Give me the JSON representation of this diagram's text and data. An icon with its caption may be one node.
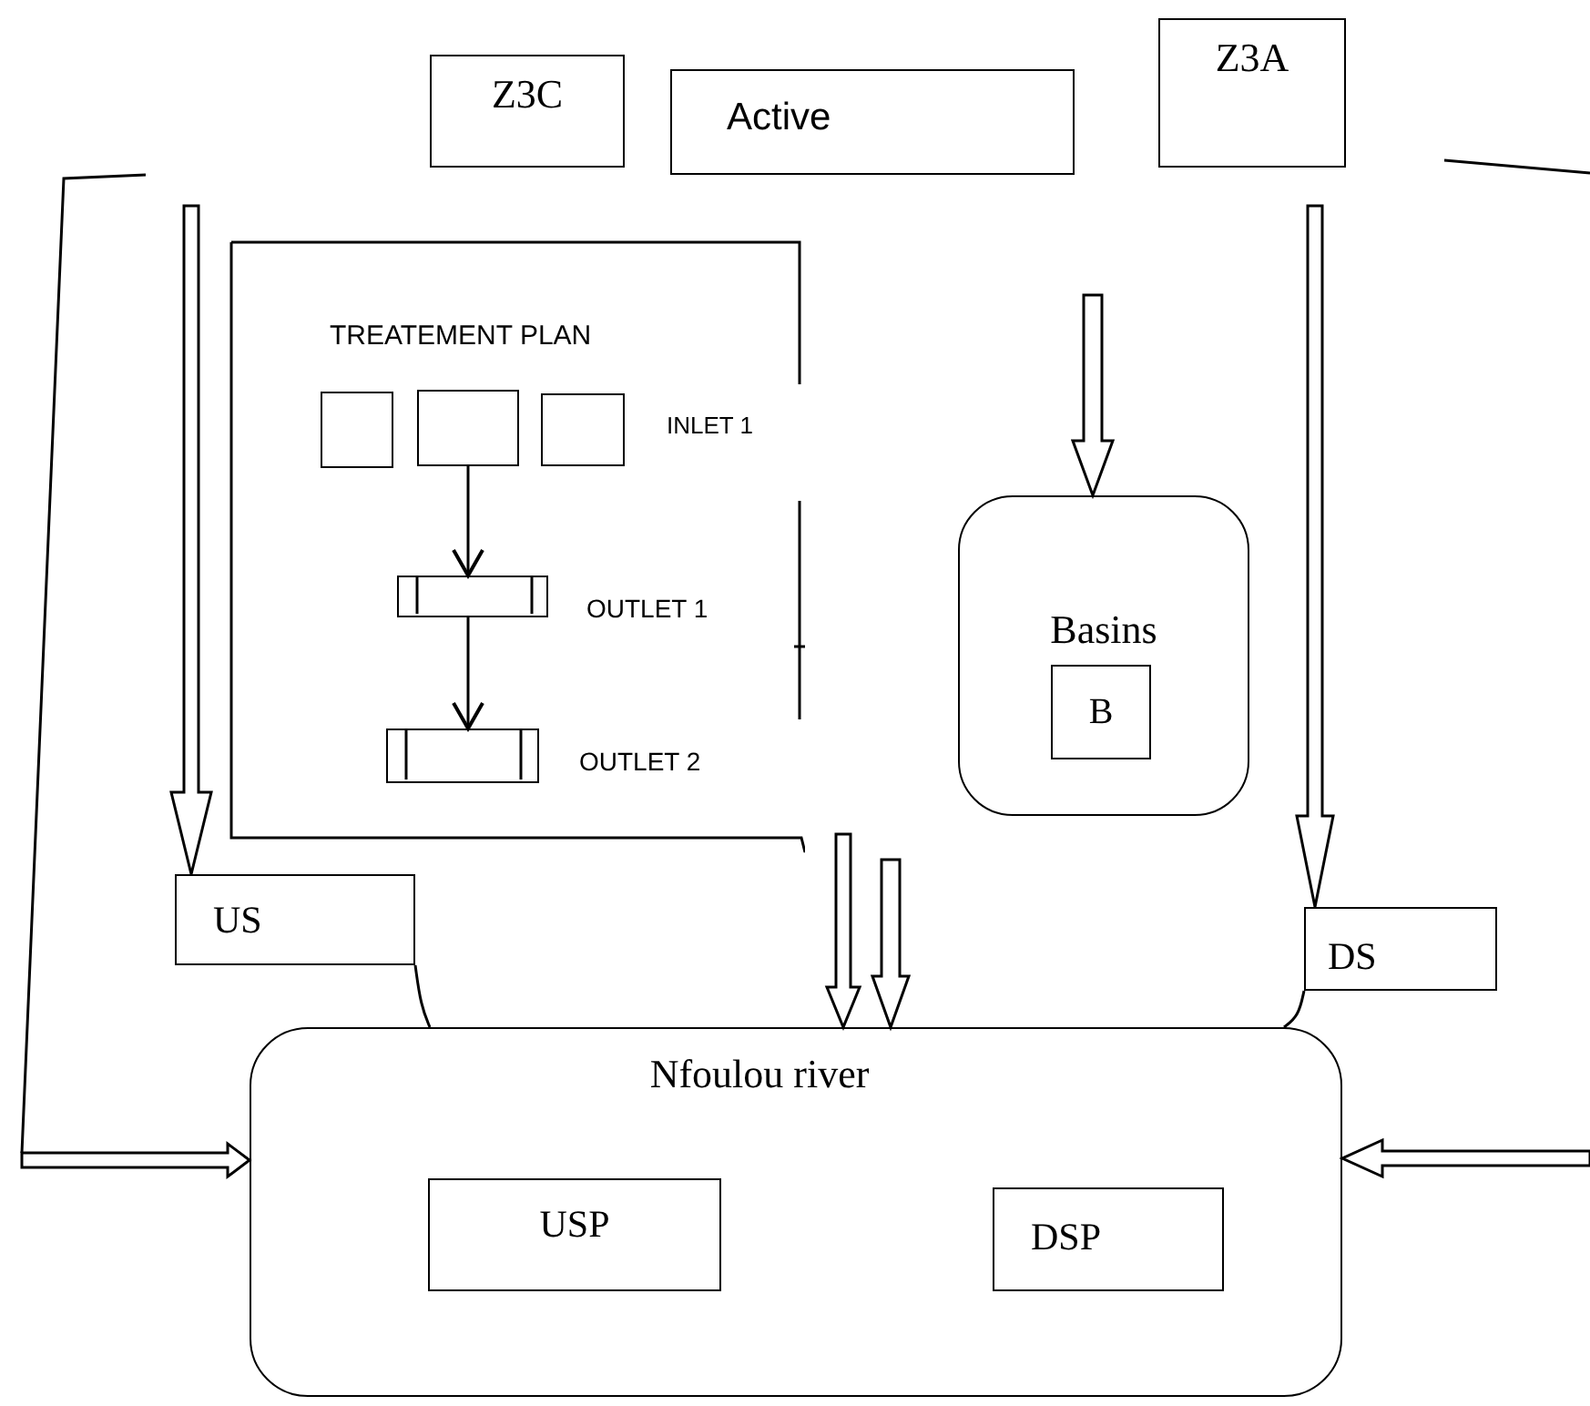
{
  "diagram": {
    "nodes": [
      {
        "text": [
          "Z3C"
        ]
      },
      {
        "text": [
          "Active"
        ]
      },
      {
        "text": [
          "Z3A"
        ]
      },
      {
        "text": [
          "TREATEMENT PLAN"
        ]
      },
      {
        "text": [],
        "shape": "box",
        "in": 3
      },
      {
        "text": [],
        "shape": "box",
        "in": 3
      },
      {
        "text": [],
        "shape": "box",
        "in": 3
      },
      {
        "text": [],
        "shape": "box",
        "in": 3,
        "beside": [
          "OUTLET 1"
        ]
      },
      {
        "text": [],
        "shape": "box",
        "in": 3,
        "beside": [
          "OUTLET 2"
        ]
      },
      {
        "text": [
          "Basins"
        ]
      },
      {
        "text": [
          "B"
        ],
        "in": 9
      },
      {
        "text": [
          "US"
        ]
      },
      {
        "text": [
          "DS"
        ]
      },
      {
        "text": [
          "Nfoulou river"
        ]
      },
      {
        "text": [
          "USP"
        ],
        "in": 13
      },
      {
        "text": [
          "DSP"
        ],
        "in": 13
      }
    ],
    "edges": [
      {
        "from": 5,
        "to": 7,
        "arrow": "to"
      },
      {
        "from": 7,
        "to": 8,
        "arrow": "to"
      },
      {
        "from": null,
        "to": 11,
        "arrow": "to",
        "style": "thick"
      },
      {
        "from": null,
        "to": 9,
        "arrow": "to",
        "style": "thick"
      },
      {
        "from": null,
        "to": 12,
        "arrow": "to",
        "style": "thick"
      },
      {
        "from": null,
        "to": 13,
        "arrow": "to",
        "style": "thick"
      },
      {
        "from": null,
        "to": 13,
        "arrow": "to",
        "style": "thick"
      },
      {
        "from": null,
        "to": 13,
        "arrow": "to",
        "style": "thick"
      },
      {
        "from": null,
        "to": 13,
        "arrow": "to",
        "style": "thick"
      },
      {
        "from": 11,
        "to": 13,
        "arrow": "none"
      },
      {
        "from": 12,
        "to": 13,
        "arrow": "none"
      }
    ],
    "labels": [
      "INLET 1"
    ]
  }
}
